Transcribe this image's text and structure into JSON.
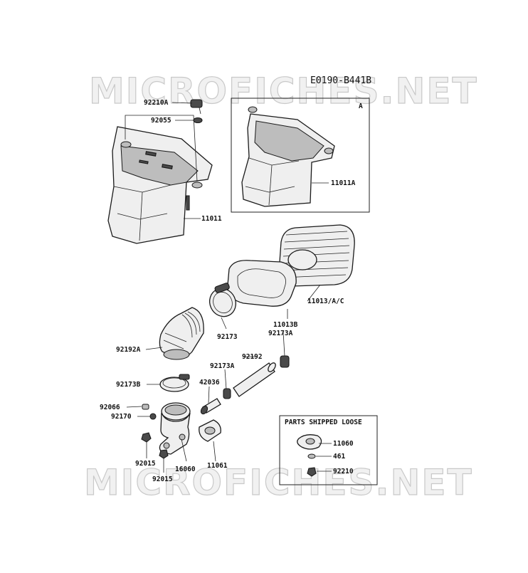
{
  "diagram_code": "E0190-B441B",
  "watermark_text": "MICROFICHES.NET",
  "inset_label": "A",
  "loose_box_title": "PARTS SHIPPED LOOSE",
  "labels": {
    "p92210A": "92210A",
    "p92055": "92055",
    "p11011": "11011",
    "p11011A": "11011A",
    "p11013AC": "11013/A/C",
    "p11013B": "11013B",
    "p92173A_top": "92173A",
    "p92173": "92173",
    "p92192A": "92192A",
    "p92192": "92192",
    "p92173A_mid": "92173A",
    "p92173B": "92173B",
    "p42036": "42036",
    "p92066": "92066",
    "p92170": "92170",
    "p92015_a": "92015",
    "p92015_b": "92015",
    "p16060": "16060",
    "p11061": "11061",
    "p11060": "11060",
    "p461": "461",
    "p92210": "92210"
  }
}
